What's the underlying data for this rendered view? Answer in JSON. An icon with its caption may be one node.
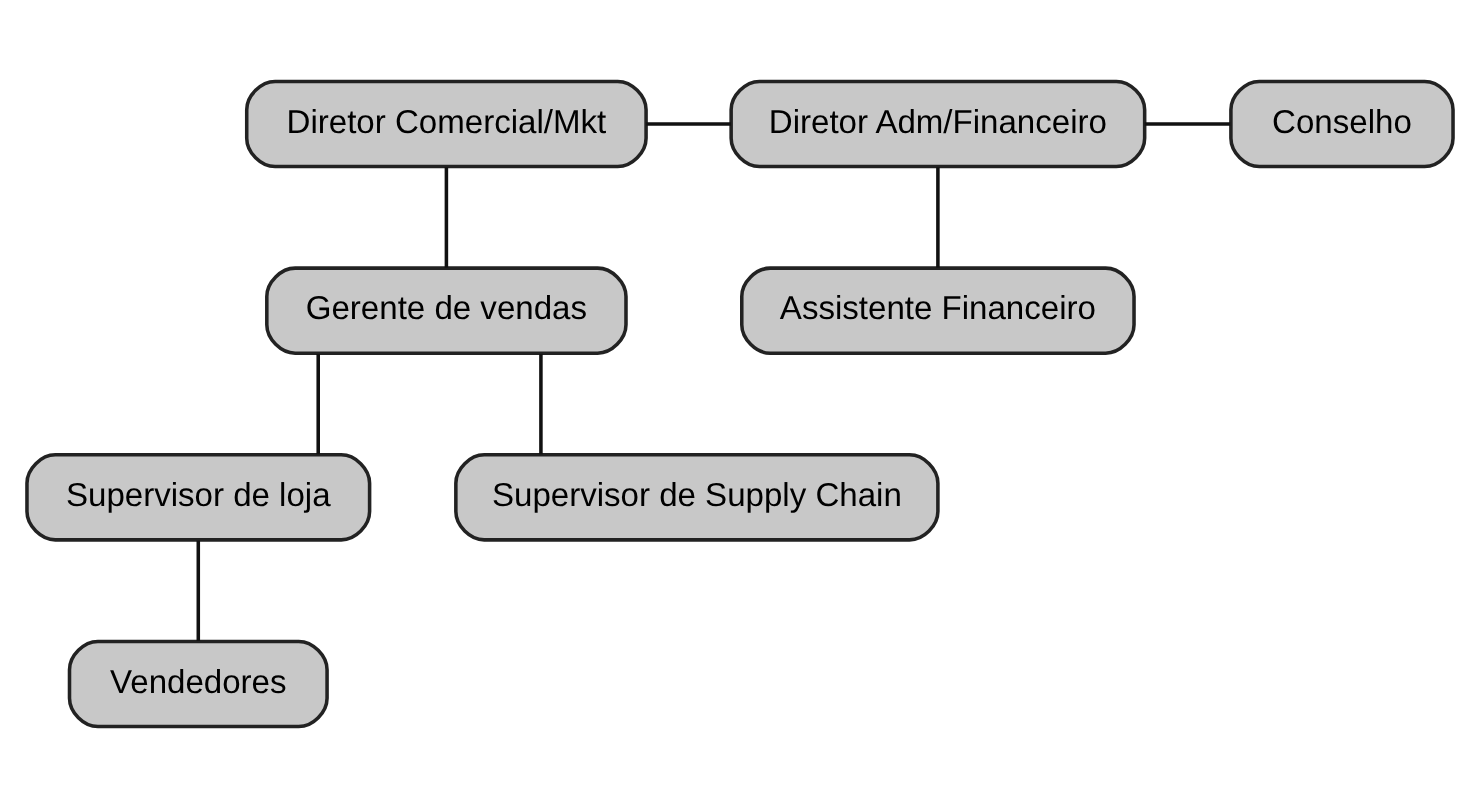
{
  "diagram": {
    "nodes": [
      {
        "text": [
          "Diretor Comercial/Mkt"
        ]
      },
      {
        "text": [
          "Diretor Adm/Financeiro"
        ]
      },
      {
        "text": [
          "Conselho"
        ]
      },
      {
        "text": [
          "Gerente de vendas"
        ]
      },
      {
        "text": [
          "Supervisor de loja"
        ]
      },
      {
        "text": [
          "Supervisor de Supply Chain"
        ]
      },
      {
        "text": [
          "Vendedores"
        ]
      },
      {
        "text": [
          "Assistente Financeiro"
        ]
      }
    ],
    "edges": [
      {
        "from": 0,
        "to": 1,
        "arrow": "none"
      },
      {
        "from": 1,
        "to": 2,
        "arrow": "none"
      },
      {
        "from": 0,
        "to": 3,
        "arrow": "none"
      },
      {
        "from": 3,
        "to": 4,
        "arrow": "none"
      },
      {
        "from": 3,
        "to": 5,
        "arrow": "none"
      },
      {
        "from": 4,
        "to": 6,
        "arrow": "none"
      },
      {
        "from": 1,
        "to": 7,
        "arrow": "none"
      }
    ]
  }
}
